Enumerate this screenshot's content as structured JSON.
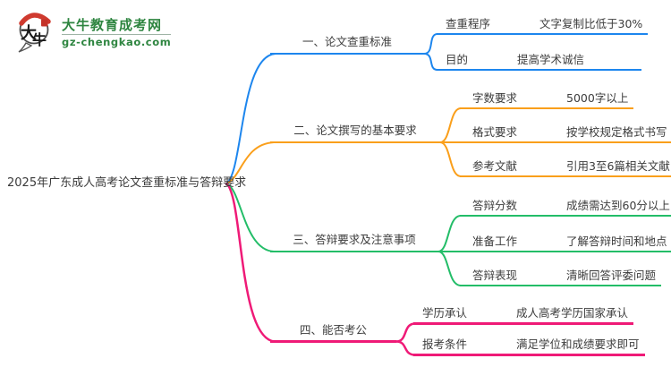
{
  "site": {
    "logo_title": "大牛教育成考网",
    "logo_domain": "gz-chengkao.com",
    "logo_mark_char1": "大",
    "logo_mark_char2": "牛",
    "brand_green": "#2e8540",
    "seal_red": "#c43228"
  },
  "mindmap": {
    "root": "2025年广东成人高考论文查重标准与答辩要求",
    "branches": [
      {
        "label": "一、论文查重标准",
        "color": "#1d86ee",
        "children": [
          {
            "label": "查重程序",
            "value": "文字复制比低于30%"
          },
          {
            "label": "目的",
            "value": "提高学术诚信"
          }
        ]
      },
      {
        "label": "二、论文撰写的基本要求",
        "color": "#fa9f1b",
        "children": [
          {
            "label": "字数要求",
            "value": "5000字以上"
          },
          {
            "label": "格式要求",
            "value": "按学校规定格式书写"
          },
          {
            "label": "参考文献",
            "value": "引用3至6篇相关文献"
          }
        ]
      },
      {
        "label": "三、答辩要求及注意事项",
        "color": "#23bd68",
        "children": [
          {
            "label": "答辩分数",
            "value": "成绩需达到60分以上"
          },
          {
            "label": "准备工作",
            "value": "了解答辩时间和地点"
          },
          {
            "label": "答辩表现",
            "value": "清晰回答评委问题"
          }
        ]
      },
      {
        "label": "四、能否考公",
        "color": "#ef1a77",
        "children": [
          {
            "label": "学历承认",
            "value": "成人高考学历国家承认"
          },
          {
            "label": "报考条件",
            "value": "满足学位和成绩要求即可"
          }
        ]
      }
    ]
  }
}
